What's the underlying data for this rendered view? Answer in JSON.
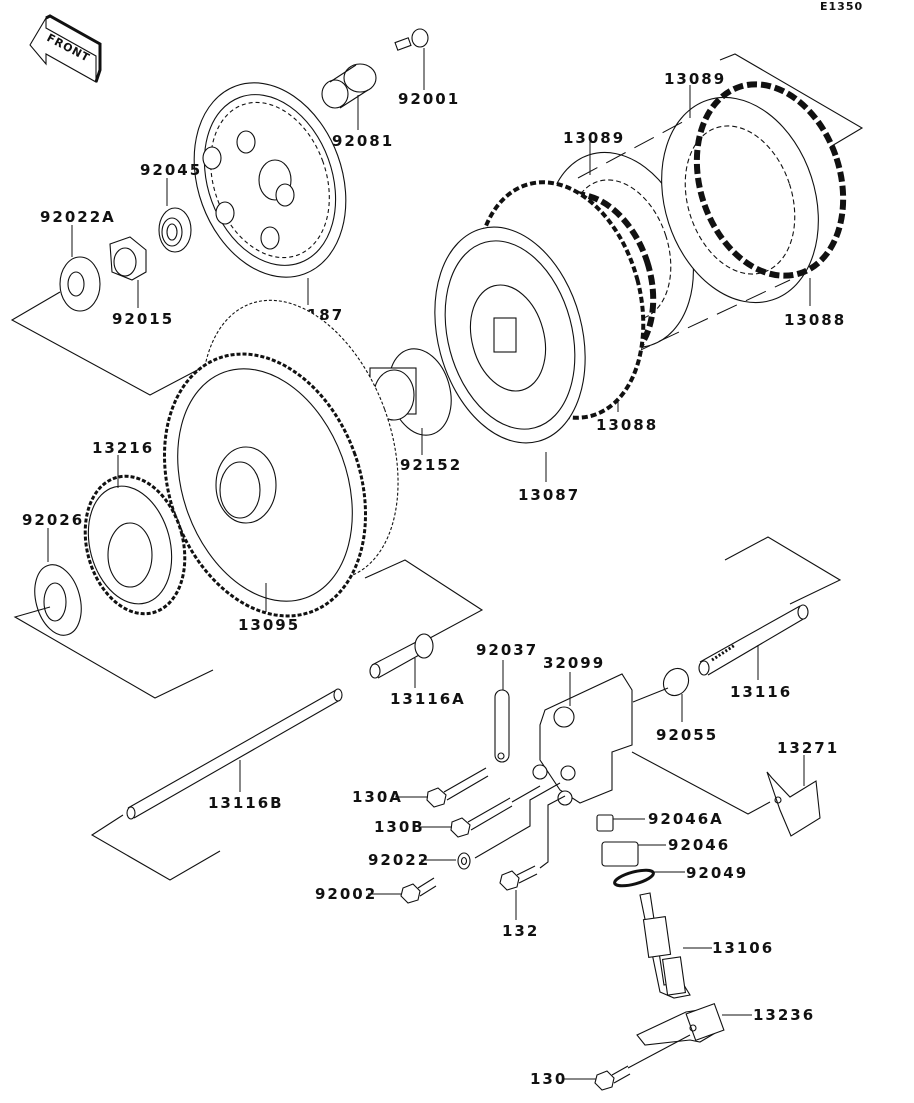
{
  "diagram": {
    "code": "E1350",
    "front_label": "FRONT",
    "parts": {
      "p92001": "92001",
      "p92081": "92081",
      "p92045": "92045",
      "p92022A": "92022A",
      "p92015": "92015",
      "p13187": "13187",
      "p13089a": "13089",
      "p13089b": "13089",
      "p13088a": "13088",
      "p13088b": "13088",
      "p13087": "13087",
      "p92152": "92152",
      "p13216": "13216",
      "p92026": "92026",
      "p13095": "13095",
      "p13116A": "13116A",
      "p92037": "92037",
      "p32099": "32099",
      "p92055": "92055",
      "p13116": "13116",
      "p13271": "13271",
      "p13116B": "13116B",
      "p130A": "130A",
      "p130B": "130B",
      "p92022": "92022",
      "p92002": "92002",
      "p132": "132",
      "p92046A": "92046A",
      "p92046": "92046",
      "p92049": "92049",
      "p13106": "13106",
      "p13236": "13236",
      "p130": "130"
    }
  }
}
